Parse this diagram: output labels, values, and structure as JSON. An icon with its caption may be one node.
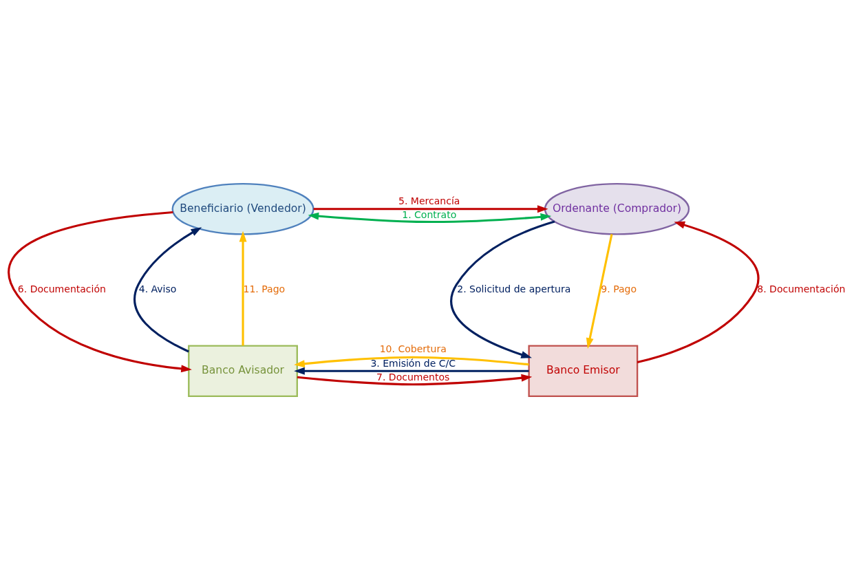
{
  "diagram": {
    "nodes": [
      {
        "text": [
          "Beneficiario (Vendedor)"
        ]
      },
      {
        "text": [
          "Ordenante (Comprador)"
        ]
      },
      {
        "text": [
          "Banco Avisador"
        ]
      },
      {
        "text": [
          "Banco Emisor"
        ]
      }
    ],
    "edges": [
      {
        "from": 0,
        "to": 1,
        "arrow": "both",
        "label": "1. Contrato",
        "color": "#00b050"
      },
      {
        "from": 1,
        "to": 3,
        "arrow": "to",
        "label": "2. Solicitud de apertura",
        "color": "#002060"
      },
      {
        "from": 3,
        "to": 2,
        "arrow": "to",
        "label": "3. Emisión de C/C",
        "color": "#002060"
      },
      {
        "from": 2,
        "to": 0,
        "arrow": "to",
        "label": "4. Aviso",
        "color": "#002060"
      },
      {
        "from": 0,
        "to": 1,
        "arrow": "to",
        "label": "5. Mercancía"
      },
      {
        "from": 0,
        "to": 2,
        "arrow": "to",
        "label": "6. Documentación"
      },
      {
        "from": 2,
        "to": 3,
        "arrow": "to",
        "label": "7. Documentos"
      },
      {
        "from": 3,
        "to": 1,
        "arrow": "to",
        "label": "8. Documentación"
      },
      {
        "from": 1,
        "to": 3,
        "arrow": "to",
        "label": "9. Pago",
        "color": "#ffc000"
      },
      {
        "from": 3,
        "to": 2,
        "arrow": "to",
        "label": "10. Cobertura",
        "color": "#ffc000"
      },
      {
        "from": 2,
        "to": 0,
        "arrow": "to",
        "label": "11. Pago",
        "color": "#ffc000"
      }
    ]
  }
}
